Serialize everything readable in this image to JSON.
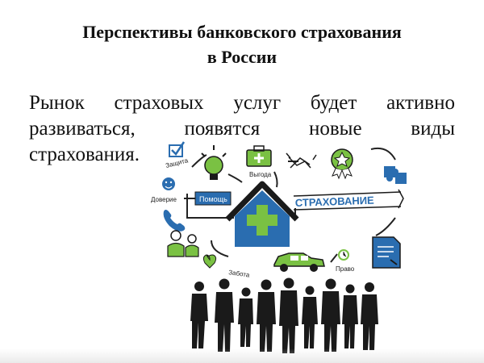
{
  "slide": {
    "title_line1": "Перспективы банковского страхования",
    "title_line2": "в России",
    "body_line1_words": [
      "Рынок",
      "страховых",
      "услуг",
      "будет",
      "активно"
    ],
    "body_line2_words": [
      "развиваться,",
      "появятся",
      "новые",
      "виды"
    ],
    "body_line3": "страхования."
  },
  "illustration": {
    "labels": {
      "protection": "Защита",
      "benefit": "Выгода",
      "trust": "Доверие",
      "help": "Помощь",
      "insurance": "СТРАХОВАНИЕ",
      "care": "Забота",
      "law": "Право"
    },
    "colors": {
      "green": "#7ac143",
      "blue": "#2a6db0",
      "dark": "#1a1a1a"
    },
    "icons": [
      "checkbox-icon",
      "lightbulb-icon",
      "briefcase-icon",
      "handshake-icon",
      "badge-icon",
      "puzzle-icon",
      "smiley-icon",
      "phone-icon",
      "people-icon",
      "heart-icon",
      "house-icon",
      "car-icon",
      "clock-icon",
      "document-icon"
    ]
  }
}
